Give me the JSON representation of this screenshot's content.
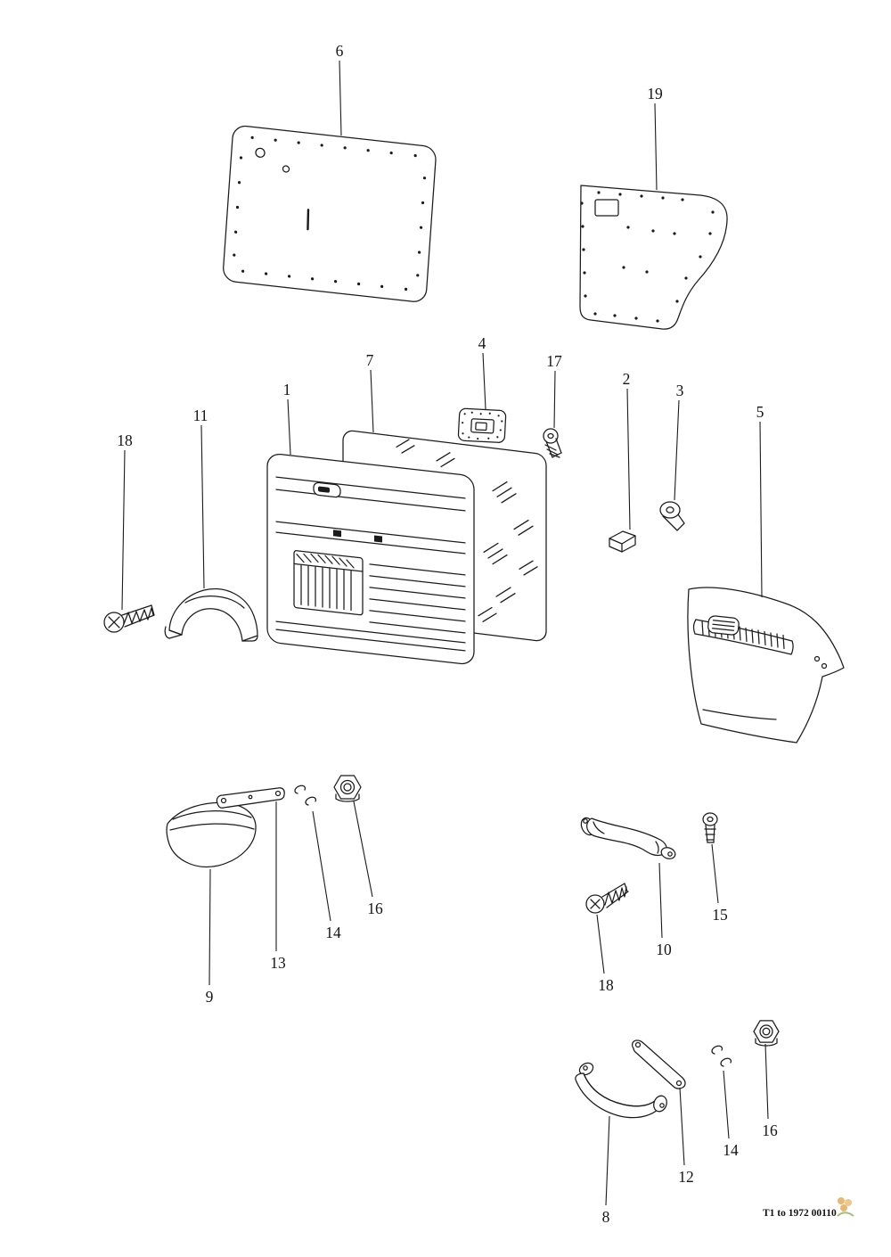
{
  "diagram": {
    "background": "#ffffff",
    "line_color": "#1b1b1b",
    "footer_code": "T1 to 1972 00110",
    "callouts": [
      {
        "label": "6"
      },
      {
        "label": "19"
      },
      {
        "label": "1"
      },
      {
        "label": "7"
      },
      {
        "label": "4"
      },
      {
        "label": "17"
      },
      {
        "label": "2"
      },
      {
        "label": "3"
      },
      {
        "label": "5"
      },
      {
        "label": "11"
      },
      {
        "label": "18"
      },
      {
        "label": "16"
      },
      {
        "label": "14"
      },
      {
        "label": "13"
      },
      {
        "label": "9"
      },
      {
        "label": "15"
      },
      {
        "label": "10"
      },
      {
        "label": "18"
      },
      {
        "label": "8"
      },
      {
        "label": "12"
      },
      {
        "label": "14"
      },
      {
        "label": "16"
      }
    ],
    "logo_colors": {
      "accent_orange": "#e09a3a",
      "accent_green": "#7fa24a"
    }
  }
}
